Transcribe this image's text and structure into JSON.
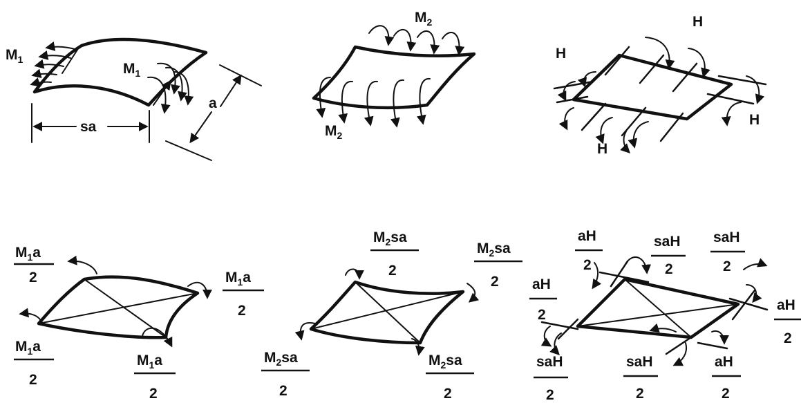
{
  "colors": {
    "ink": "#111111",
    "background": "#ffffff"
  },
  "top": {
    "panel1": {
      "m1_left": "M",
      "m1_left_sub": "1",
      "m1_right": "M",
      "m1_right_sub": "1",
      "dim_a": "a",
      "dim_sa": "sa"
    },
    "panel2": {
      "m2_top": "M",
      "m2_top_sub": "2",
      "m2_bottom": "M",
      "m2_bottom_sub": "2"
    },
    "panel3": {
      "h_top": "H",
      "h_left": "H",
      "h_right": "H",
      "h_bottom": "H"
    }
  },
  "bottom": {
    "panel1": {
      "top_left": {
        "num": "M",
        "num_sub": "1",
        "num_tail": "a",
        "den": "2"
      },
      "right": {
        "num": "M",
        "num_sub": "1",
        "num_tail": "a",
        "den": "2"
      },
      "bottom_left": {
        "num": "M",
        "num_sub": "1",
        "num_tail": "a",
        "den": "2"
      },
      "bottom_right": {
        "num": "M",
        "num_sub": "1",
        "num_tail": "a",
        "den": "2"
      }
    },
    "panel2": {
      "top": {
        "num": "M",
        "num_sub": "2",
        "num_tail": "sa",
        "den": "2"
      },
      "right": {
        "num": "M",
        "num_sub": "2",
        "num_tail": "sa",
        "den": "2"
      },
      "bottom_left": {
        "num": "M",
        "num_sub": "2",
        "num_tail": "sa",
        "den": "2"
      },
      "bottom_right": {
        "num": "M",
        "num_sub": "2",
        "num_tail": "sa",
        "den": "2"
      }
    },
    "panel3": {
      "top_ah": {
        "num": "aH",
        "den": "2"
      },
      "top_sah1": {
        "num": "saH",
        "den": "2"
      },
      "top_sah2": {
        "num": "saH",
        "den": "2"
      },
      "left_ah": {
        "num": "aH",
        "den": "2"
      },
      "right_ah": {
        "num": "aH",
        "den": "2"
      },
      "bottom_sah_left": {
        "num": "saH",
        "den": "2"
      },
      "bottom_sah_mid": {
        "num": "saH",
        "den": "2"
      },
      "bottom_ah": {
        "num": "aH",
        "den": "2"
      }
    }
  }
}
